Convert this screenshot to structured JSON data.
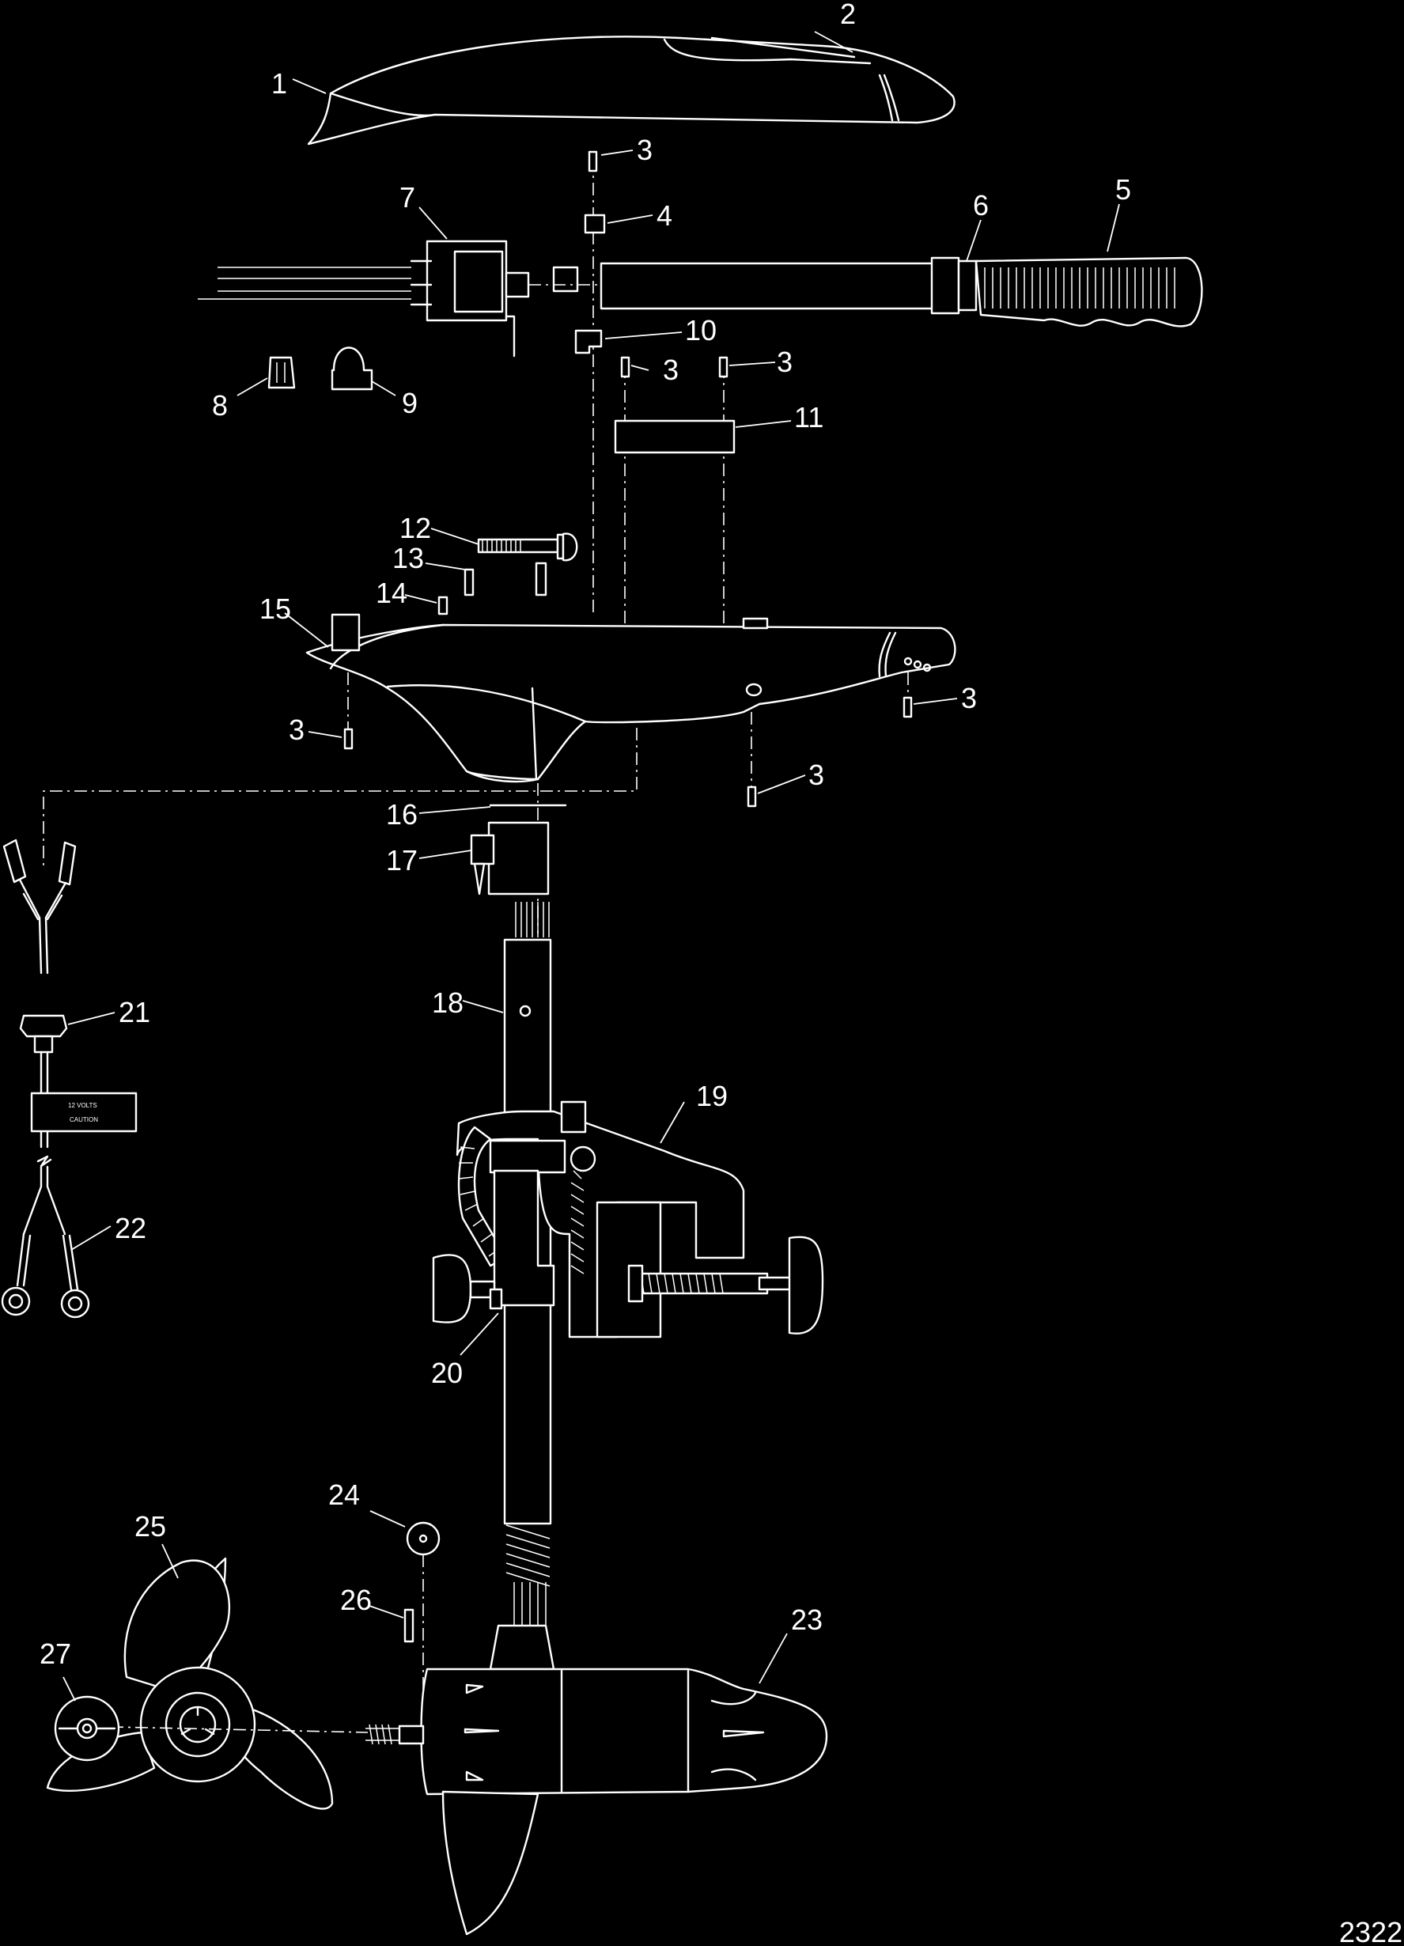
{
  "figure_id": "2322",
  "tag": {
    "line1": "12 VOLTS",
    "line2": "CAUTION"
  },
  "callouts": [
    "1",
    "2",
    "3",
    "4",
    "5",
    "6",
    "7",
    "8",
    "9",
    "10",
    "11",
    "12",
    "13",
    "14",
    "15",
    "16",
    "17",
    "18",
    "19",
    "20",
    "21",
    "22",
    "23",
    "24",
    "25",
    "26",
    "27"
  ]
}
